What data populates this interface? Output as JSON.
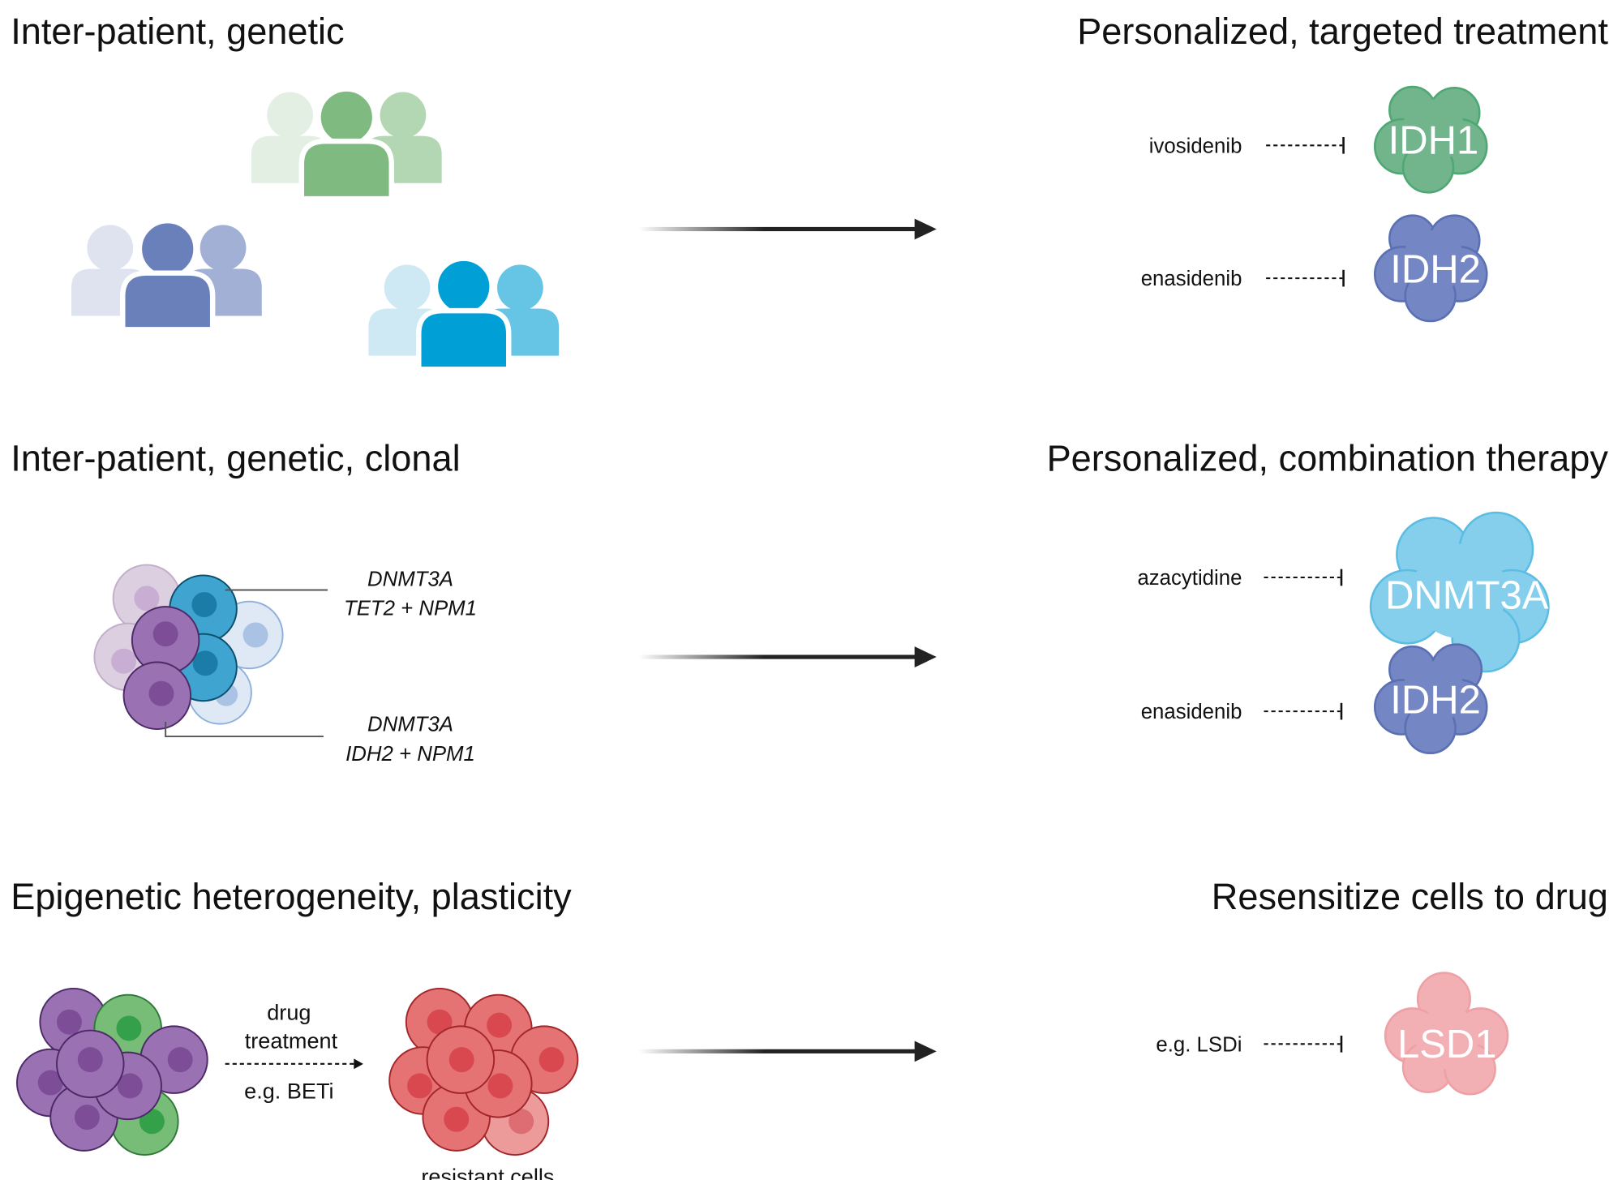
{
  "rows": [
    {
      "left_title": "Inter-patient, genetic",
      "right_title": "Personalized, targeted treatment",
      "drugs": [
        {
          "drug": "ivosidenib",
          "target": "IDH1",
          "color": "#6fb48a"
        },
        {
          "drug": "enasidenib",
          "target": "IDH2",
          "color": "#6f82c0"
        }
      ],
      "people_colors": [
        "#7fba80",
        "#6a80bb",
        "#009fd6"
      ]
    },
    {
      "left_title": "Inter-patient, genetic, clonal",
      "right_title": "Personalized, combination therapy",
      "clone_labels": [
        {
          "line1": "DNMT3A",
          "line2": "TET2 + NPM1"
        },
        {
          "line1": "DNMT3A",
          "line2": "IDH2 + NPM1"
        }
      ],
      "drugs": [
        {
          "drug": "azacytidine",
          "target": "DNMT3A",
          "color": "#7dcbea"
        },
        {
          "drug": "enasidenib",
          "target": "IDH2",
          "color": "#6f82c0"
        }
      ]
    },
    {
      "left_title": "Epigenetic heterogeneity, plasticity",
      "right_title": "Resensitize cells to drug",
      "treatment_line1": "drug",
      "treatment_line2": "treatment",
      "treatment_example": "e.g. BETi",
      "resistant_label": "resistant cells",
      "drugs": [
        {
          "drug": "e.g. LSDi",
          "target": "LSD1",
          "color": "#f2a9ad"
        }
      ]
    }
  ]
}
